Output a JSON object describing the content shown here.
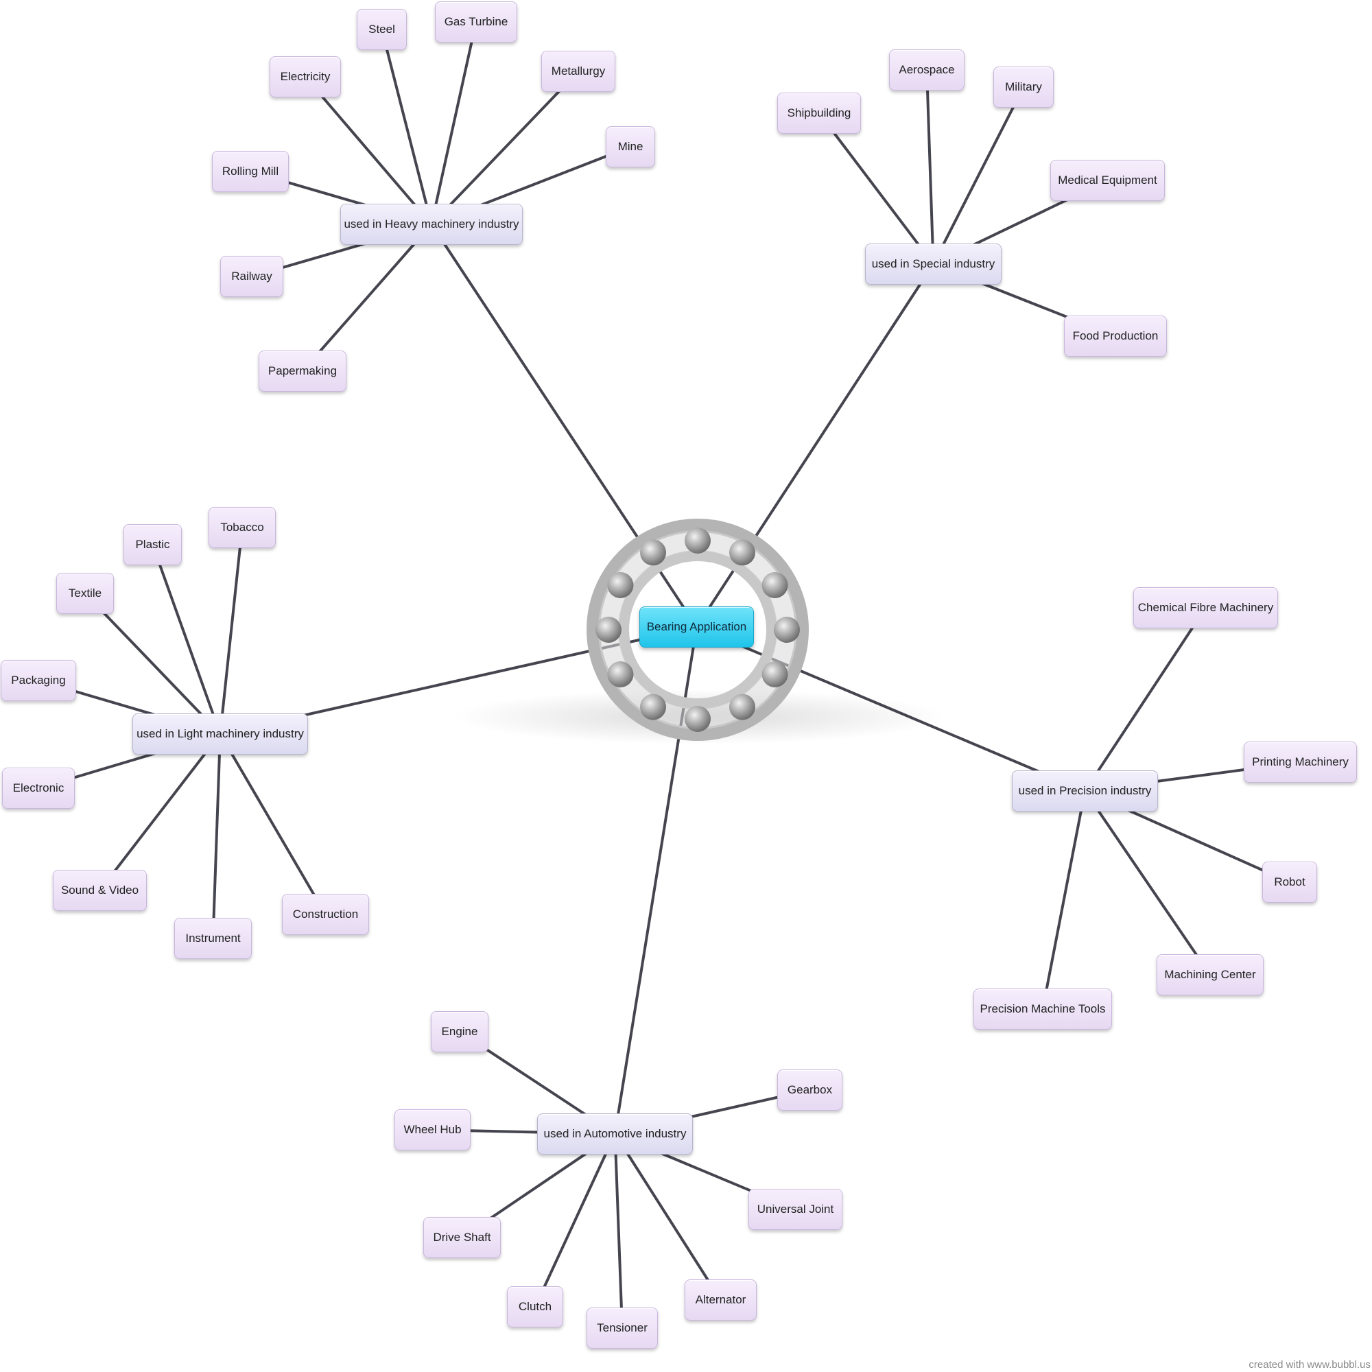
{
  "diagram": {
    "root": {
      "id": "root",
      "label": "Bearing Application"
    },
    "hubs": [
      {
        "id": "heavy",
        "label": "used in  Heavy machinery industry"
      },
      {
        "id": "special",
        "label": "used in  Special industry"
      },
      {
        "id": "light",
        "label": "used in Light machinery industry"
      },
      {
        "id": "precision",
        "label": "used in  Precision industry"
      },
      {
        "id": "auto",
        "label": "used in  Automotive industry"
      }
    ],
    "leaves": [
      {
        "id": "steel",
        "label": "Steel",
        "parent": "heavy"
      },
      {
        "id": "gasturbine",
        "label": "Gas Turbine",
        "parent": "heavy"
      },
      {
        "id": "electricity",
        "label": "Electricity",
        "parent": "heavy"
      },
      {
        "id": "metallurgy",
        "label": "Metallurgy",
        "parent": "heavy"
      },
      {
        "id": "mine",
        "label": "Mine",
        "parent": "heavy"
      },
      {
        "id": "rollingmill",
        "label": "Rolling Mill",
        "parent": "heavy"
      },
      {
        "id": "railway",
        "label": "Railway",
        "parent": "heavy"
      },
      {
        "id": "papermaking",
        "label": "Papermaking",
        "parent": "heavy"
      },
      {
        "id": "aerospace",
        "label": "Aerospace",
        "parent": "special"
      },
      {
        "id": "military",
        "label": "Military",
        "parent": "special"
      },
      {
        "id": "shipbuilding",
        "label": "Shipbuilding",
        "parent": "special"
      },
      {
        "id": "medical",
        "label": "Medical Equipment",
        "parent": "special"
      },
      {
        "id": "food",
        "label": "Food Production",
        "parent": "special"
      },
      {
        "id": "tobacco",
        "label": "Tobacco",
        "parent": "light"
      },
      {
        "id": "plastic",
        "label": "Plastic",
        "parent": "light"
      },
      {
        "id": "textile",
        "label": "Textile",
        "parent": "light"
      },
      {
        "id": "packaging",
        "label": "Packaging",
        "parent": "light"
      },
      {
        "id": "electronic",
        "label": "Electronic",
        "parent": "light"
      },
      {
        "id": "soundvideo",
        "label": "Sound & Video",
        "parent": "light"
      },
      {
        "id": "instrument",
        "label": "Instrument",
        "parent": "light"
      },
      {
        "id": "construction",
        "label": "Construction",
        "parent": "light"
      },
      {
        "id": "chemfibre",
        "label": "Chemical Fibre Machinery",
        "parent": "precision"
      },
      {
        "id": "printing",
        "label": "Printing Machinery",
        "parent": "precision"
      },
      {
        "id": "robot",
        "label": "Robot",
        "parent": "precision"
      },
      {
        "id": "machining",
        "label": "Machining Center",
        "parent": "precision"
      },
      {
        "id": "pmt",
        "label": "Precision Machine Tools",
        "parent": "precision"
      },
      {
        "id": "engine",
        "label": "Engine",
        "parent": "auto"
      },
      {
        "id": "gearbox",
        "label": "Gearbox",
        "parent": "auto"
      },
      {
        "id": "wheelhub",
        "label": "Wheel Hub",
        "parent": "auto"
      },
      {
        "id": "ujoint",
        "label": "Universal Joint",
        "parent": "auto"
      },
      {
        "id": "driveshaft",
        "label": "Drive Shaft",
        "parent": "auto"
      },
      {
        "id": "alternator",
        "label": "Alternator",
        "parent": "auto"
      },
      {
        "id": "clutch",
        "label": "Clutch",
        "parent": "auto"
      },
      {
        "id": "tensioner",
        "label": "Tensioner",
        "parent": "auto"
      }
    ]
  },
  "footer": {
    "credit": "created with www.bubbl.us"
  },
  "colors": {
    "root_fill": "#2ec8ee",
    "hub_fill": "#e6e4f5",
    "leaf_fill": "#ece0f6",
    "edge": "#45454f"
  }
}
